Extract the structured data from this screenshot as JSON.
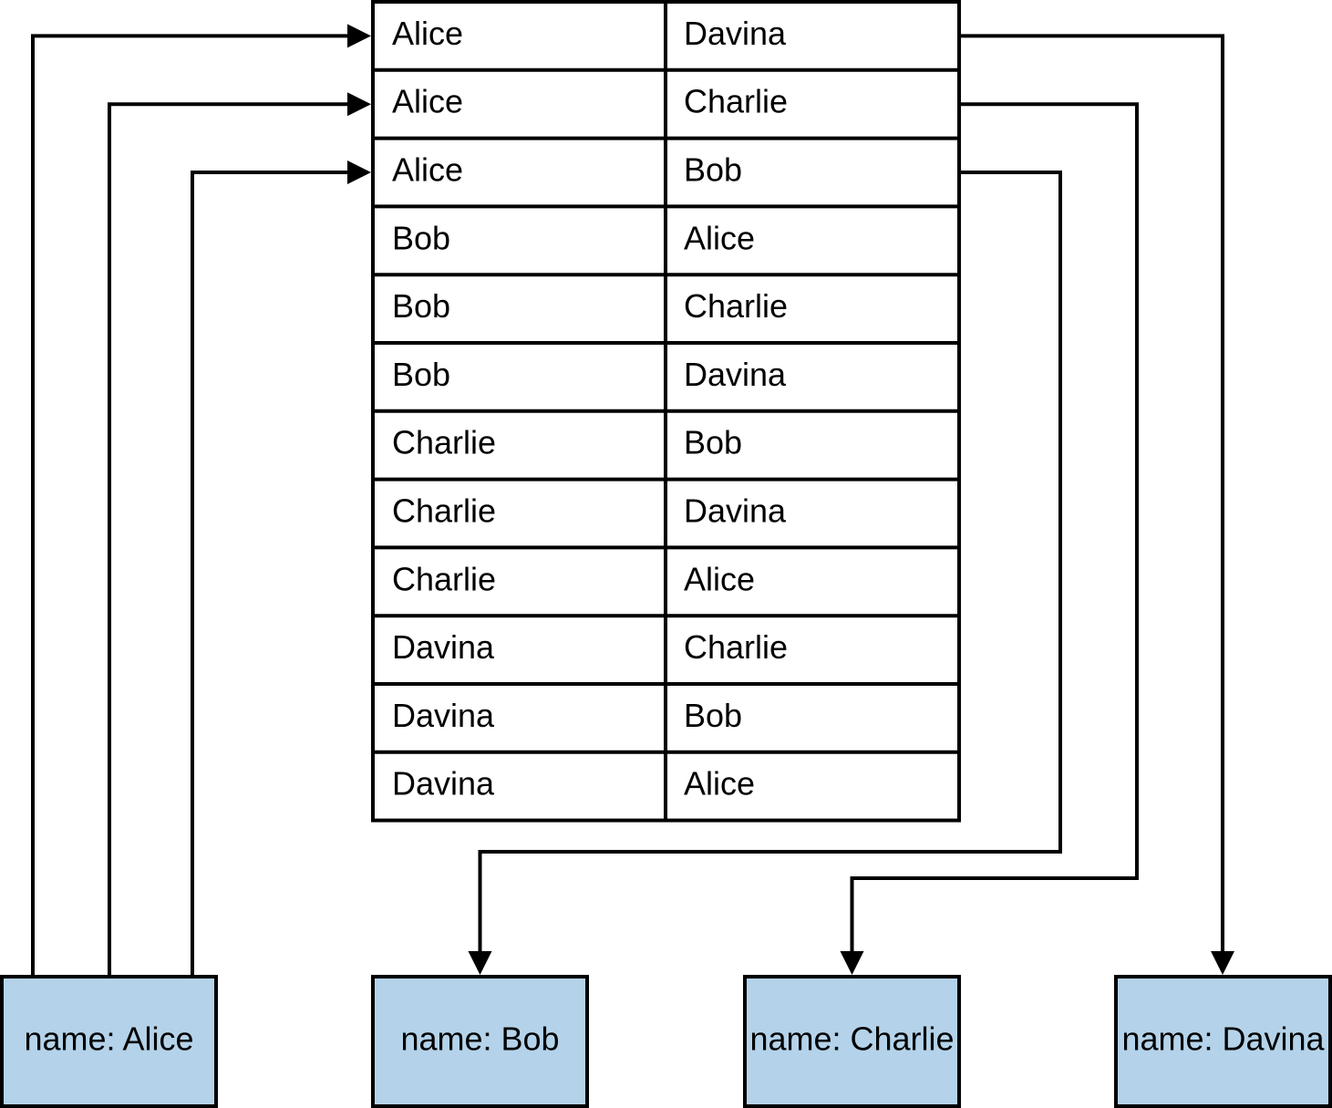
{
  "colors": {
    "node_fill": "#b4d3ea",
    "line": "#000000",
    "table_fill": "#ffffff"
  },
  "edge_table": {
    "rows": [
      [
        "Alice",
        "Davina"
      ],
      [
        "Alice",
        "Charlie"
      ],
      [
        "Alice",
        "Bob"
      ],
      [
        "Bob",
        "Alice"
      ],
      [
        "Bob",
        "Charlie"
      ],
      [
        "Bob",
        "Davina"
      ],
      [
        "Charlie",
        "Bob"
      ],
      [
        "Charlie",
        "Davina"
      ],
      [
        "Charlie",
        "Alice"
      ],
      [
        "Davina",
        "Charlie"
      ],
      [
        "Davina",
        "Bob"
      ],
      [
        "Davina",
        "Alice"
      ]
    ]
  },
  "nodes": [
    {
      "label": "name: Alice"
    },
    {
      "label": "name: Bob"
    },
    {
      "label": "name: Charlie"
    },
    {
      "label": "name: Davina"
    }
  ],
  "connections": [
    {
      "from": "name: Alice",
      "to_row": 1,
      "direction": "node-to-table"
    },
    {
      "from": "name: Alice",
      "to_row": 2,
      "direction": "node-to-table"
    },
    {
      "from": "name: Alice",
      "to_row": 3,
      "direction": "node-to-table"
    },
    {
      "from_row": 1,
      "to": "name: Davina",
      "direction": "table-to-node"
    },
    {
      "from_row": 2,
      "to": "name: Charlie",
      "direction": "table-to-node"
    },
    {
      "from_row": 3,
      "to": "name: Bob",
      "direction": "table-to-node"
    }
  ]
}
